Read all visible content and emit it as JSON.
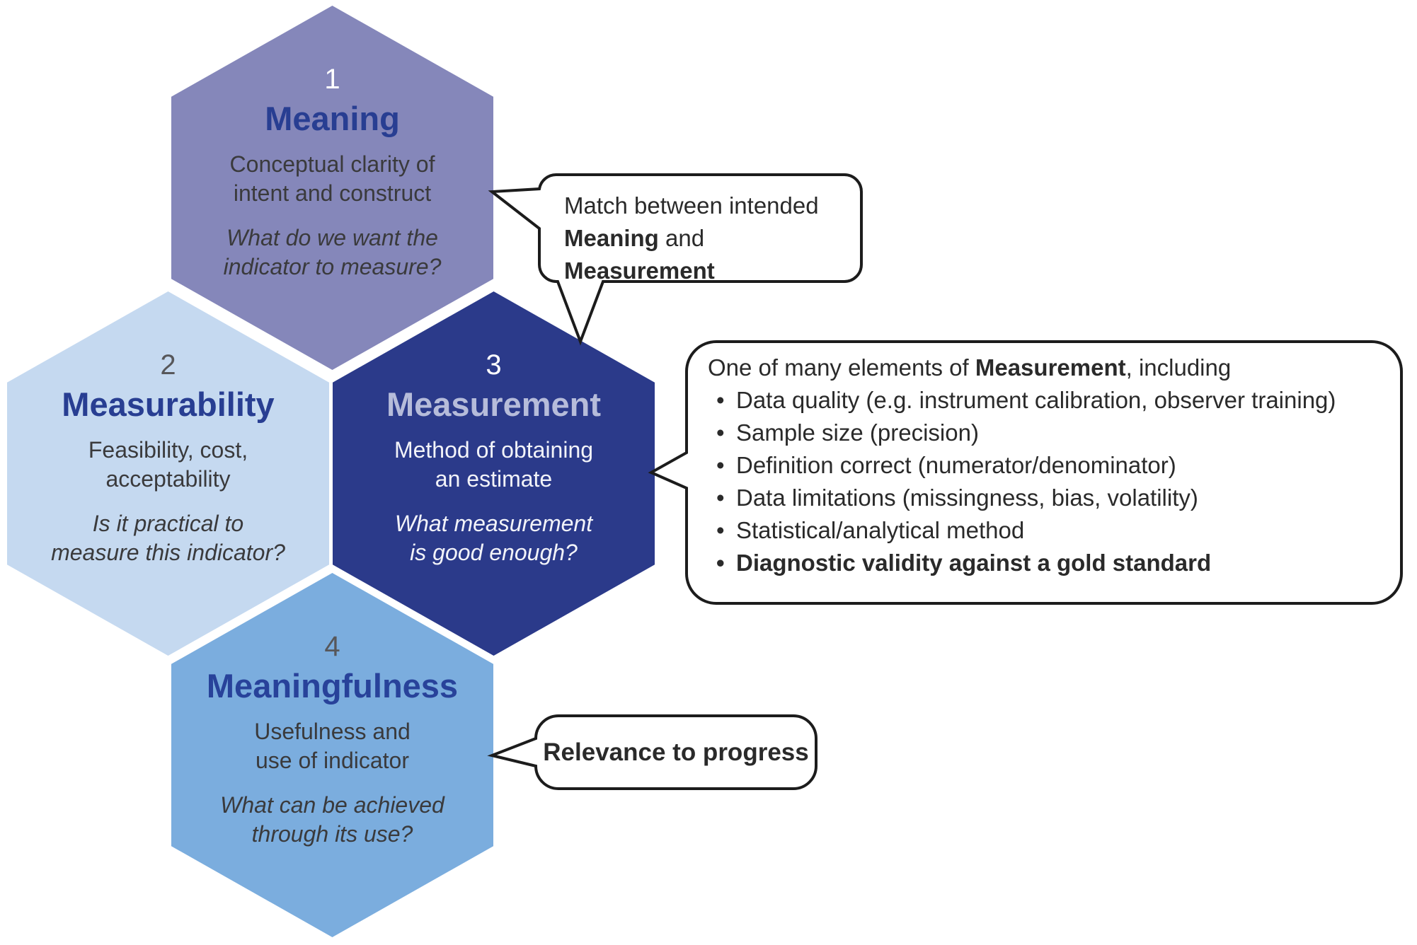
{
  "hexagons": [
    {
      "number": "1",
      "title": "Meaning",
      "body": [
        "Conceptual clarity of",
        "intent and construct"
      ],
      "question": [
        "What do we want the",
        "indicator to measure?"
      ],
      "fill_color": "#8587ba",
      "title_color": "#283e92",
      "number_color": "#ffffff"
    },
    {
      "number": "2",
      "title": "Measurability",
      "body": [
        "Feasibility, cost,",
        "acceptability"
      ],
      "question": [
        "Is it practical to",
        "measure this indicator?"
      ],
      "fill_color": "#c5d9f0",
      "title_color": "#283e92",
      "number_color": "#57575a"
    },
    {
      "number": "3",
      "title": "Measurement",
      "body": [
        "Method of obtaining",
        "an estimate"
      ],
      "question": [
        "What measurement",
        "is good enough?"
      ],
      "fill_color": "#2b3a8a",
      "title_color": "#b6bcda",
      "number_color": "#ffffff"
    },
    {
      "number": "4",
      "title": "Meaningfulness",
      "body": [
        "Usefulness and",
        "use of indicator"
      ],
      "question": [
        "What can be achieved",
        "through its use?"
      ],
      "fill_color": "#7badde",
      "title_color": "#28429a",
      "number_color": "#57575a"
    }
  ],
  "callouts": {
    "meaning_measurement": {
      "line1": "Match between intended",
      "line2_bold1": "Meaning",
      "line2_mid": " and ",
      "line2_bold2": "Measurement"
    },
    "measurement_elements": {
      "intro_prefix": "One of many elements of ",
      "intro_bold": "Measurement",
      "intro_suffix": ", including",
      "items": [
        "Data quality (e.g. instrument calibration, observer training)",
        "Sample size (precision)",
        "Definition correct (numerator/denominator)",
        "Data limitations (missingness, bias, volatility)",
        "Statistical/analytical method",
        "Diagnostic validity against a gold standard"
      ],
      "bold_item_index": 5
    },
    "relevance": {
      "text": "Relevance to progress"
    }
  },
  "colors": {
    "background": "#ffffff",
    "callout_border": "#1c1c1c",
    "callout_fill": "#ffffff",
    "body_text_dark": "#3a3a3c",
    "body_text_light": "#f2f3f9"
  }
}
